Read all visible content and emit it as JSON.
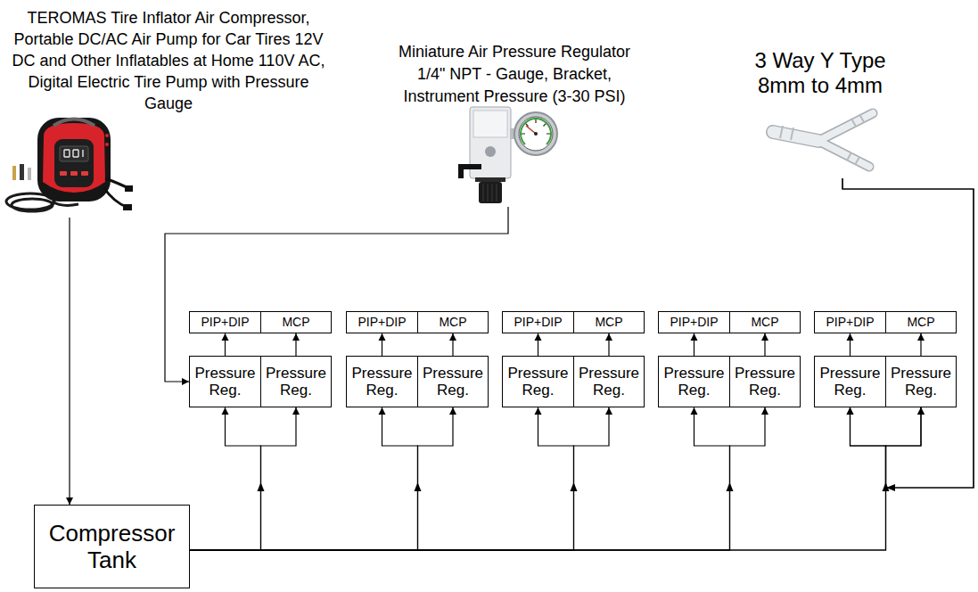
{
  "diagram": {
    "nodes": [
      {
        "text": [
          "TEROMAS Tire Inflator Air Compressor, Portable DC/AC Air Pump for Car Tires 12V DC and Other Inflatables at Home 110V AC, Digital Electric Tire Pump with Pressure Gauge"
        ]
      },
      {
        "text": [
          "Miniature Air Pressure Regulator 1/4\" NPT - Gauge, Bracket, Instrument Pressure (3-30 PSI)"
        ]
      },
      {
        "text": [
          "3 Way Y Type 8mm to 4mm"
        ]
      },
      {
        "text": [
          "PIP+DIP"
        ]
      },
      {
        "text": [
          "MCP"
        ]
      },
      {
        "text": [
          "PIP+DIP"
        ]
      },
      {
        "text": [
          "MCP"
        ]
      },
      {
        "text": [
          "PIP+DIP"
        ]
      },
      {
        "text": [
          "MCP"
        ]
      },
      {
        "text": [
          "PIP+DIP"
        ]
      },
      {
        "text": [
          "MCP"
        ]
      },
      {
        "text": [
          "PIP+DIP"
        ]
      },
      {
        "text": [
          "MCP"
        ]
      },
      {
        "text": [
          "Pressure Reg."
        ]
      },
      {
        "text": [
          "Pressure Reg."
        ]
      },
      {
        "text": [
          "Pressure Reg."
        ]
      },
      {
        "text": [
          "Pressure Reg."
        ]
      },
      {
        "text": [
          "Pressure Reg."
        ]
      },
      {
        "text": [
          "Pressure Reg."
        ]
      },
      {
        "text": [
          "Pressure Reg."
        ]
      },
      {
        "text": [
          "Pressure Reg."
        ]
      },
      {
        "text": [
          "Pressure Reg."
        ]
      },
      {
        "text": [
          "Pressure Reg."
        ]
      },
      {
        "text": [
          "Compressor Tank"
        ]
      }
    ],
    "edges": [
      {
        "from": 0,
        "to": 23,
        "arrow": "to"
      },
      {
        "from": 1,
        "to": 13,
        "arrow": "to"
      },
      {
        "from": 2,
        "to": 21,
        "arrow": "to"
      },
      {
        "from": 2,
        "to": 22,
        "arrow": "to"
      },
      {
        "from": 23,
        "to": 13,
        "arrow": "to"
      },
      {
        "from": 23,
        "to": 14,
        "arrow": "to"
      },
      {
        "from": 23,
        "to": 15,
        "arrow": "to"
      },
      {
        "from": 23,
        "to": 16,
        "arrow": "to"
      },
      {
        "from": 23,
        "to": 17,
        "arrow": "to"
      },
      {
        "from": 23,
        "to": 18,
        "arrow": "to"
      },
      {
        "from": 23,
        "to": 19,
        "arrow": "to"
      },
      {
        "from": 23,
        "to": 20,
        "arrow": "to"
      },
      {
        "from": 23,
        "to": 21,
        "arrow": "to"
      },
      {
        "from": 23,
        "to": 22,
        "arrow": "to"
      },
      {
        "from": 13,
        "to": 3,
        "arrow": "to"
      },
      {
        "from": 14,
        "to": 4,
        "arrow": "to"
      },
      {
        "from": 15,
        "to": 5,
        "arrow": "to"
      },
      {
        "from": 16,
        "to": 6,
        "arrow": "to"
      },
      {
        "from": 17,
        "to": 7,
        "arrow": "to"
      },
      {
        "from": 18,
        "to": 8,
        "arrow": "to"
      },
      {
        "from": 19,
        "to": 9,
        "arrow": "to"
      },
      {
        "from": 20,
        "to": 10,
        "arrow": "to"
      },
      {
        "from": 21,
        "to": 11,
        "arrow": "to"
      },
      {
        "from": 22,
        "to": 12,
        "arrow": "to"
      }
    ]
  }
}
